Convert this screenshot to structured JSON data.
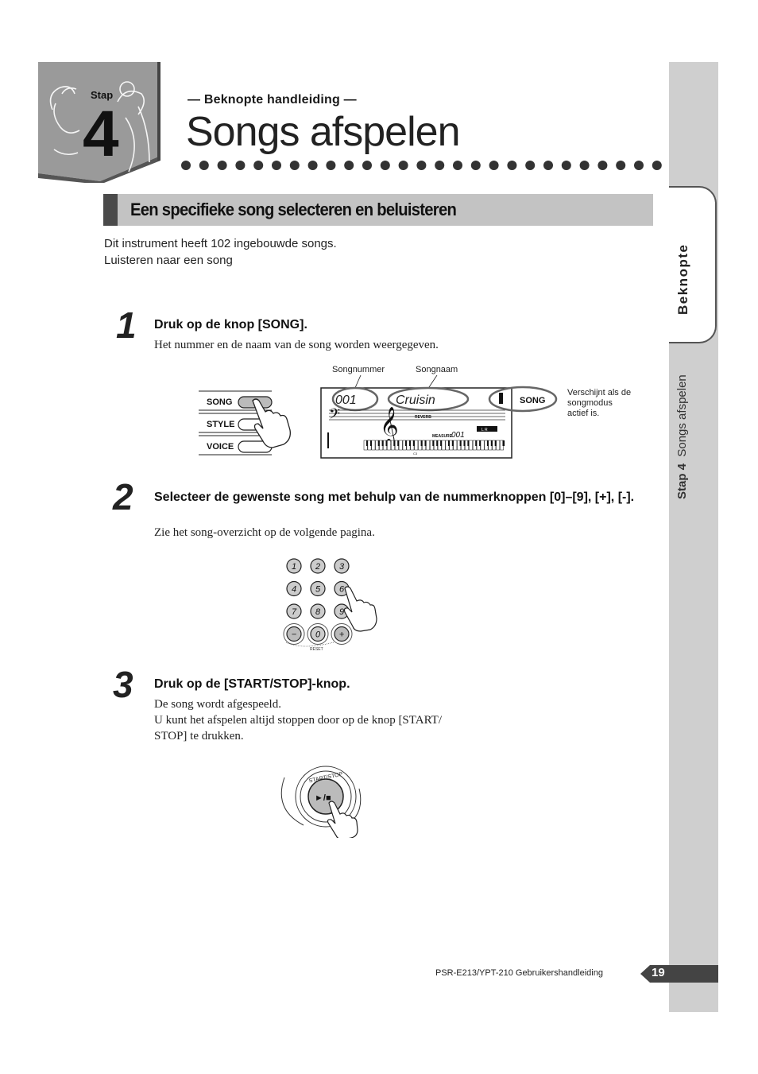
{
  "header": {
    "stap_label": "Stap",
    "stap_number": "4",
    "subtitle": "— Beknopte handleiding —",
    "title": "Songs afspelen"
  },
  "side_tab": {
    "tab_label": "Beknopte",
    "section_prefix": "Stap 4",
    "section_name": "Songs afspelen"
  },
  "section": {
    "heading": "Een specifieke song selecteren en beluisteren",
    "intro_lines": [
      "Dit instrument heeft 102 ingebouwde songs.",
      "Luisteren naar een song"
    ]
  },
  "steps": [
    {
      "number": "1",
      "heading": "Druk op de knop [SONG].",
      "body": [
        "Het nummer en de naam van de song worden weergegeven."
      ]
    },
    {
      "number": "2",
      "heading": "Selecteer de gewenste song met behulp van de nummerknoppen [0]–[9], [+], [-].",
      "body": [
        "Zie het song-overzicht op de volgende pagina."
      ]
    },
    {
      "number": "3",
      "heading": "Druk op de [START/STOP]-knop.",
      "body": [
        "De song wordt afgespeeld.",
        "U kunt het afspelen altijd stoppen door op de knop [START/",
        "STOP] te drukken."
      ]
    }
  ],
  "figure1": {
    "buttons": [
      "SONG",
      "STYLE",
      "VOICE"
    ],
    "callout_songnummer": "Songnummer",
    "callout_songnaam": "Songnaam",
    "display_number": "001",
    "display_name": "Cruisin",
    "display_reverb": "REVERB",
    "display_measure": "MEASURE",
    "display_measure_value": "001",
    "display_lr": "L R",
    "display_c3": "C3",
    "song_indicator": "SONG",
    "note_lines": [
      "Verschijnt als de",
      "songmodus",
      "actief is."
    ]
  },
  "figure2": {
    "keys": [
      "1",
      "2",
      "3",
      "4",
      "5",
      "6",
      "7",
      "8",
      "9",
      "−",
      "0",
      "+"
    ],
    "reset_label": "RESET"
  },
  "figure3": {
    "button_label": "START/STOP",
    "symbol": "►/■"
  },
  "footer": {
    "manual": "PSR-E213/YPT-210  Gebruikershandleiding",
    "page_number": "19"
  }
}
